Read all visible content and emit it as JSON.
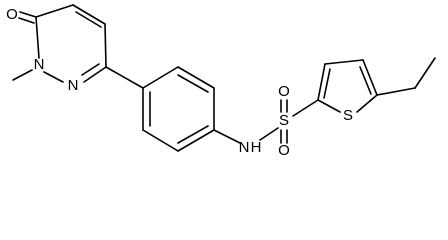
{
  "molecule": {
    "atoms": {
      "carbonyl_o": "O",
      "ring_n_methyl": "N",
      "ring_n": "N",
      "amide_nh": "N",
      "amide_h": "H",
      "sulfur_sulfonyl": "S",
      "sulfonyl_o_top": "O",
      "sulfonyl_o_bottom": "O",
      "thiophene_s": "S"
    }
  }
}
